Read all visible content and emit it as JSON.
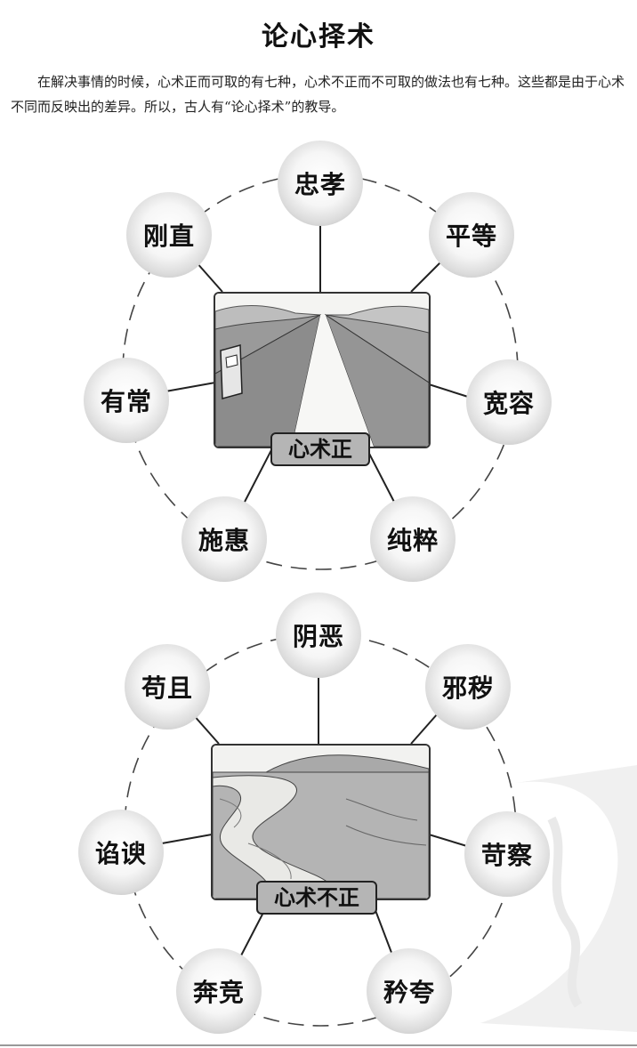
{
  "title": "论心择术",
  "intro": "在解决事情的时候，心术正而可取的有七种，心术不正而不可取的做法也有七种。这些都是由于心术不同而反映出的差异。所以，古人有“论心择术”的教导。",
  "upright": {
    "center_label": "心术正",
    "nodes": [
      "忠孝",
      "平等",
      "宽容",
      "纯粹",
      "施惠",
      "有常",
      "刚直"
    ]
  },
  "crooked": {
    "center_label": "心术不正",
    "nodes": [
      "阴恶",
      "邪秽",
      "苛察",
      "矜夸",
      "奔竞",
      "谄谀",
      "苟且"
    ]
  }
}
